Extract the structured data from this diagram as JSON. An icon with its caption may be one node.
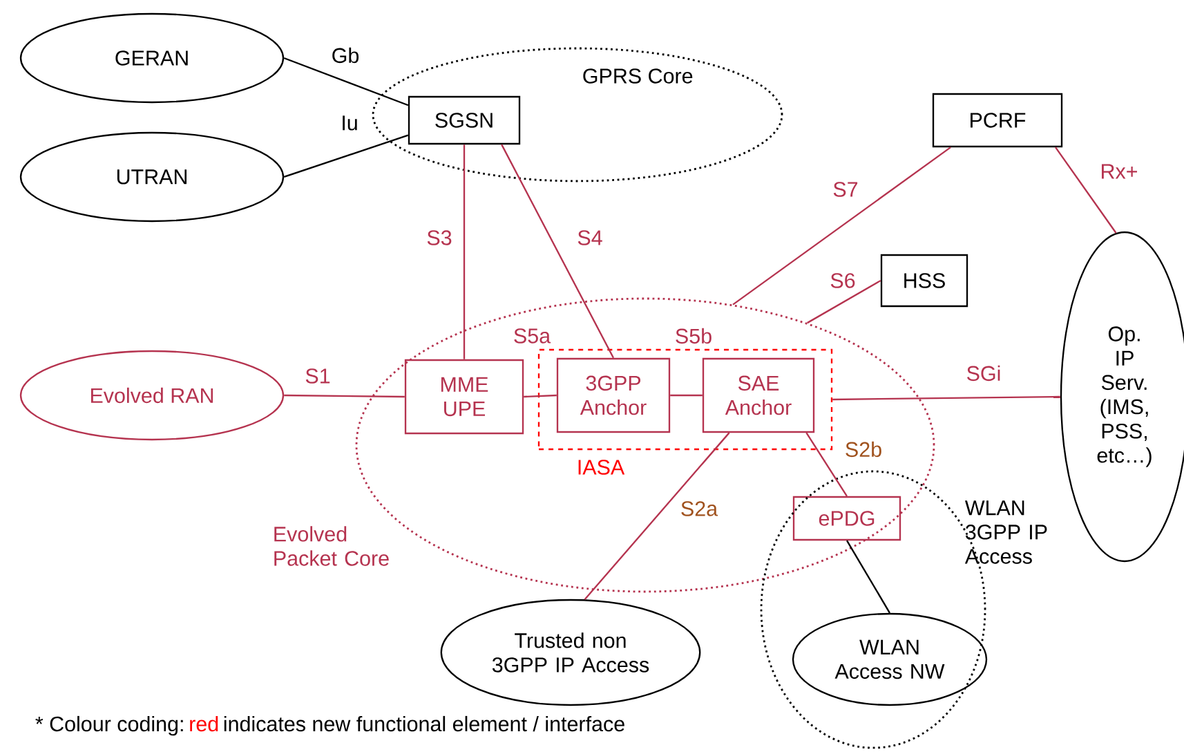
{
  "diagram": {
    "nodes": [
      {
        "text": [
          "GERAN"
        ]
      },
      {
        "text": [
          "UTRAN"
        ]
      },
      {
        "text": [
          "GPRS Core"
        ]
      },
      {
        "text": [
          "SGSN"
        ],
        "in": 2
      },
      {
        "text": [
          "PCRF"
        ]
      },
      {
        "text": [
          "HSS"
        ]
      },
      {
        "text": [
          "Op. IP Serv. (IMS, PSS, etc…)"
        ]
      },
      {
        "text": [
          "Evolved RAN"
        ]
      },
      {
        "text": [
          "Evolved Packet Core"
        ]
      },
      {
        "text": [
          "MME UPE"
        ],
        "in": 8
      },
      {
        "text": [
          "IASA"
        ],
        "in": 8
      },
      {
        "text": [
          "3GPP Anchor"
        ],
        "in": 10
      },
      {
        "text": [
          "SAE Anchor"
        ],
        "in": 10
      },
      {
        "text": [
          "ePDG"
        ]
      },
      {
        "text": [
          "WLAN 3GPP IP Access"
        ]
      },
      {
        "text": [
          "WLAN Access NW"
        ],
        "in": 14
      },
      {
        "text": [
          "Trusted non 3GPP IP Access"
        ]
      }
    ],
    "edges": [
      {
        "from": 0,
        "to": 3,
        "arrow": "none",
        "label": "Gb",
        "color": "#000000"
      },
      {
        "from": 1,
        "to": 3,
        "arrow": "none",
        "label": "Iu",
        "color": "#000000"
      },
      {
        "from": 3,
        "to": 9,
        "arrow": "none",
        "label": "S3"
      },
      {
        "from": 3,
        "to": 11,
        "arrow": "none",
        "label": "S4"
      },
      {
        "from": 9,
        "to": 11,
        "arrow": "none",
        "label": "S5a"
      },
      {
        "from": 11,
        "to": 12,
        "arrow": "none",
        "label": "S5b"
      },
      {
        "from": 7,
        "to": 9,
        "arrow": "none",
        "label": "S1"
      },
      {
        "from": 4,
        "to": 8,
        "arrow": "none",
        "label": "S7"
      },
      {
        "from": 5,
        "to": 8,
        "arrow": "none",
        "label": "S6"
      },
      {
        "from": 4,
        "to": 6,
        "arrow": "none",
        "label": "Rx+"
      },
      {
        "from": 10,
        "to": 6,
        "arrow": "none",
        "label": "SGi"
      },
      {
        "from": 12,
        "to": 16,
        "arrow": "none",
        "label": "S2a"
      },
      {
        "from": 12,
        "to": 13,
        "arrow": "none",
        "label": "S2b"
      },
      {
        "from": 13,
        "to": 15,
        "arrow": "none",
        "color": "#000000"
      }
    ],
    "labels": [
      "* Colour coding:",
      "red",
      "indicates new functional element / interface"
    ]
  }
}
